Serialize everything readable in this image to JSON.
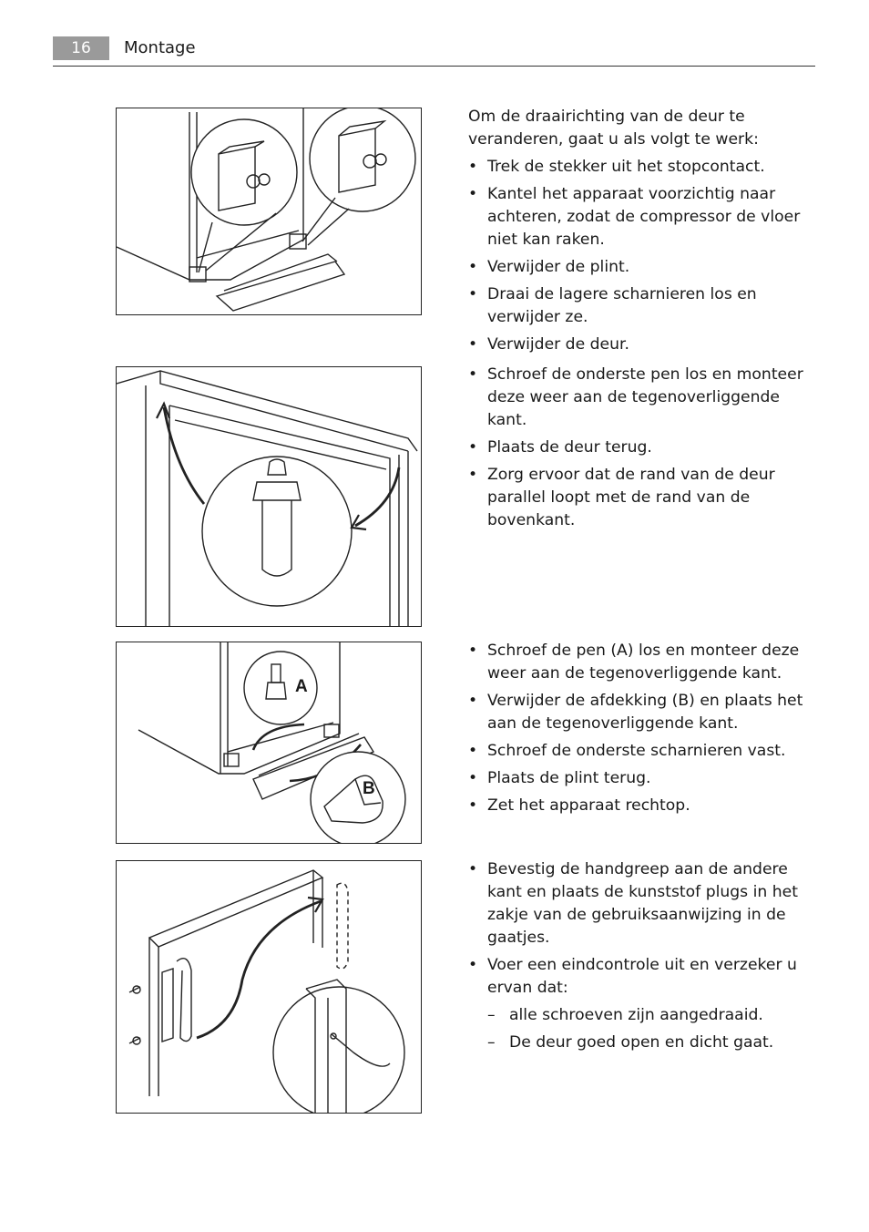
{
  "header": {
    "page_number": "16",
    "section": "Montage"
  },
  "block1": {
    "intro": "Om de draairichting van de deur te veranderen, gaat u als volgt te werk:",
    "items": [
      "Trek de stekker uit het stopcontact.",
      "Kantel het apparaat voorzichtig naar achteren, zodat de compressor de vloer niet kan raken.",
      "Verwijder de plint.",
      "Draai de lagere scharnieren los en verwijder ze.",
      "Verwijder de deur."
    ]
  },
  "block2": {
    "items": [
      "Schroef de onderste pen los en monteer deze weer aan de tegenoverliggende kant.",
      "Plaats de deur terug.",
      "Zorg ervoor dat de rand van de deur parallel loopt met de rand van de bovenkant."
    ]
  },
  "block3": {
    "items": [
      "Schroef de pen (A) los en monteer deze weer aan de tegenoverliggende kant.",
      "Verwijder de afdekking (B) en plaats het aan de tegenoverliggende kant.",
      "Schroef de onderste scharnieren vast.",
      "Plaats de plint terug.",
      "Zet het apparaat rechtop."
    ]
  },
  "block4": {
    "items": [
      "Bevestig de handgreep aan de andere kant en plaats de kunststof plugs in het zakje van de gebruiksaanwijzing in de gaatjes.",
      "Voer een eindcontrole uit en verzeker u ervan dat:"
    ],
    "subitems": [
      "alle schroeven zijn aangedraaid.",
      "De deur goed open en dicht gaat."
    ]
  },
  "figure3": {
    "label_a": "A",
    "label_b": "B"
  }
}
